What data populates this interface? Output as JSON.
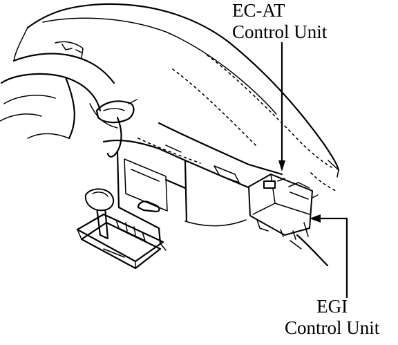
{
  "labels": {
    "ecat": {
      "line1": "EC-AT",
      "line2": "Control Unit"
    },
    "egi": {
      "line1": "EGI",
      "line2": "Control Unit"
    }
  },
  "colors": {
    "ink": "#000000",
    "paper": "#ffffff"
  }
}
